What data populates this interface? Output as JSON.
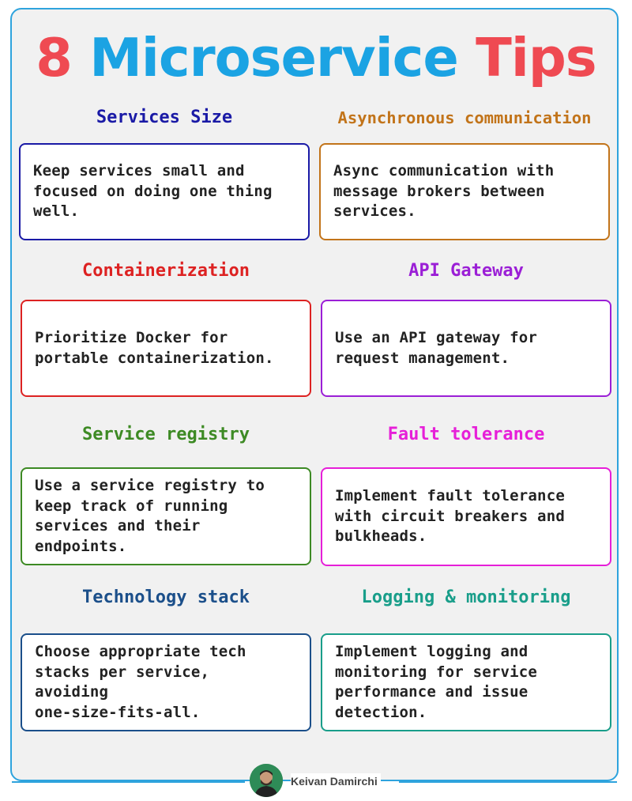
{
  "title": {
    "part1": "8 ",
    "part2": "Microservice",
    "part3": " Tips"
  },
  "tips": [
    {
      "heading": "Services Size",
      "body": "Keep services small and\nfocused on doing one thing\nwell.",
      "color": "#1a1aa6"
    },
    {
      "heading": "Asynchronous communication",
      "body": "Async communication with\nmessage brokers between\nservices.",
      "color": "#c2741a"
    },
    {
      "heading": "Containerization",
      "body": "Prioritize Docker for\nportable containerization.",
      "color": "#dd2222"
    },
    {
      "heading": "API Gateway",
      "body": "Use an API gateway for\nrequest management.",
      "color": "#9b1fd6"
    },
    {
      "heading": "Service registry",
      "body": "Use a service registry to\nkeep track of running\nservices and their\nendpoints.",
      "color": "#3d8a24"
    },
    {
      "heading": "Fault tolerance",
      "body": "Implement fault tolerance\nwith circuit breakers and\nbulkheads.",
      "color": "#e61fd8"
    },
    {
      "heading": "Technology stack",
      "body": "Choose appropriate tech\nstacks per service,\navoiding\none-size-fits-all.",
      "color": "#1b4f8a"
    },
    {
      "heading": "Logging & monitoring",
      "body": "Implement logging and\nmonitoring for service\nperformance and issue\ndetection.",
      "color": "#199e8a"
    }
  ],
  "footer": {
    "author": "Keivan Damirchi"
  },
  "colors": {
    "frame_border": "#2ea3dd",
    "background": "#f1f1f1",
    "title_red": "#ef4a52",
    "title_blue": "#1ba3e3"
  }
}
